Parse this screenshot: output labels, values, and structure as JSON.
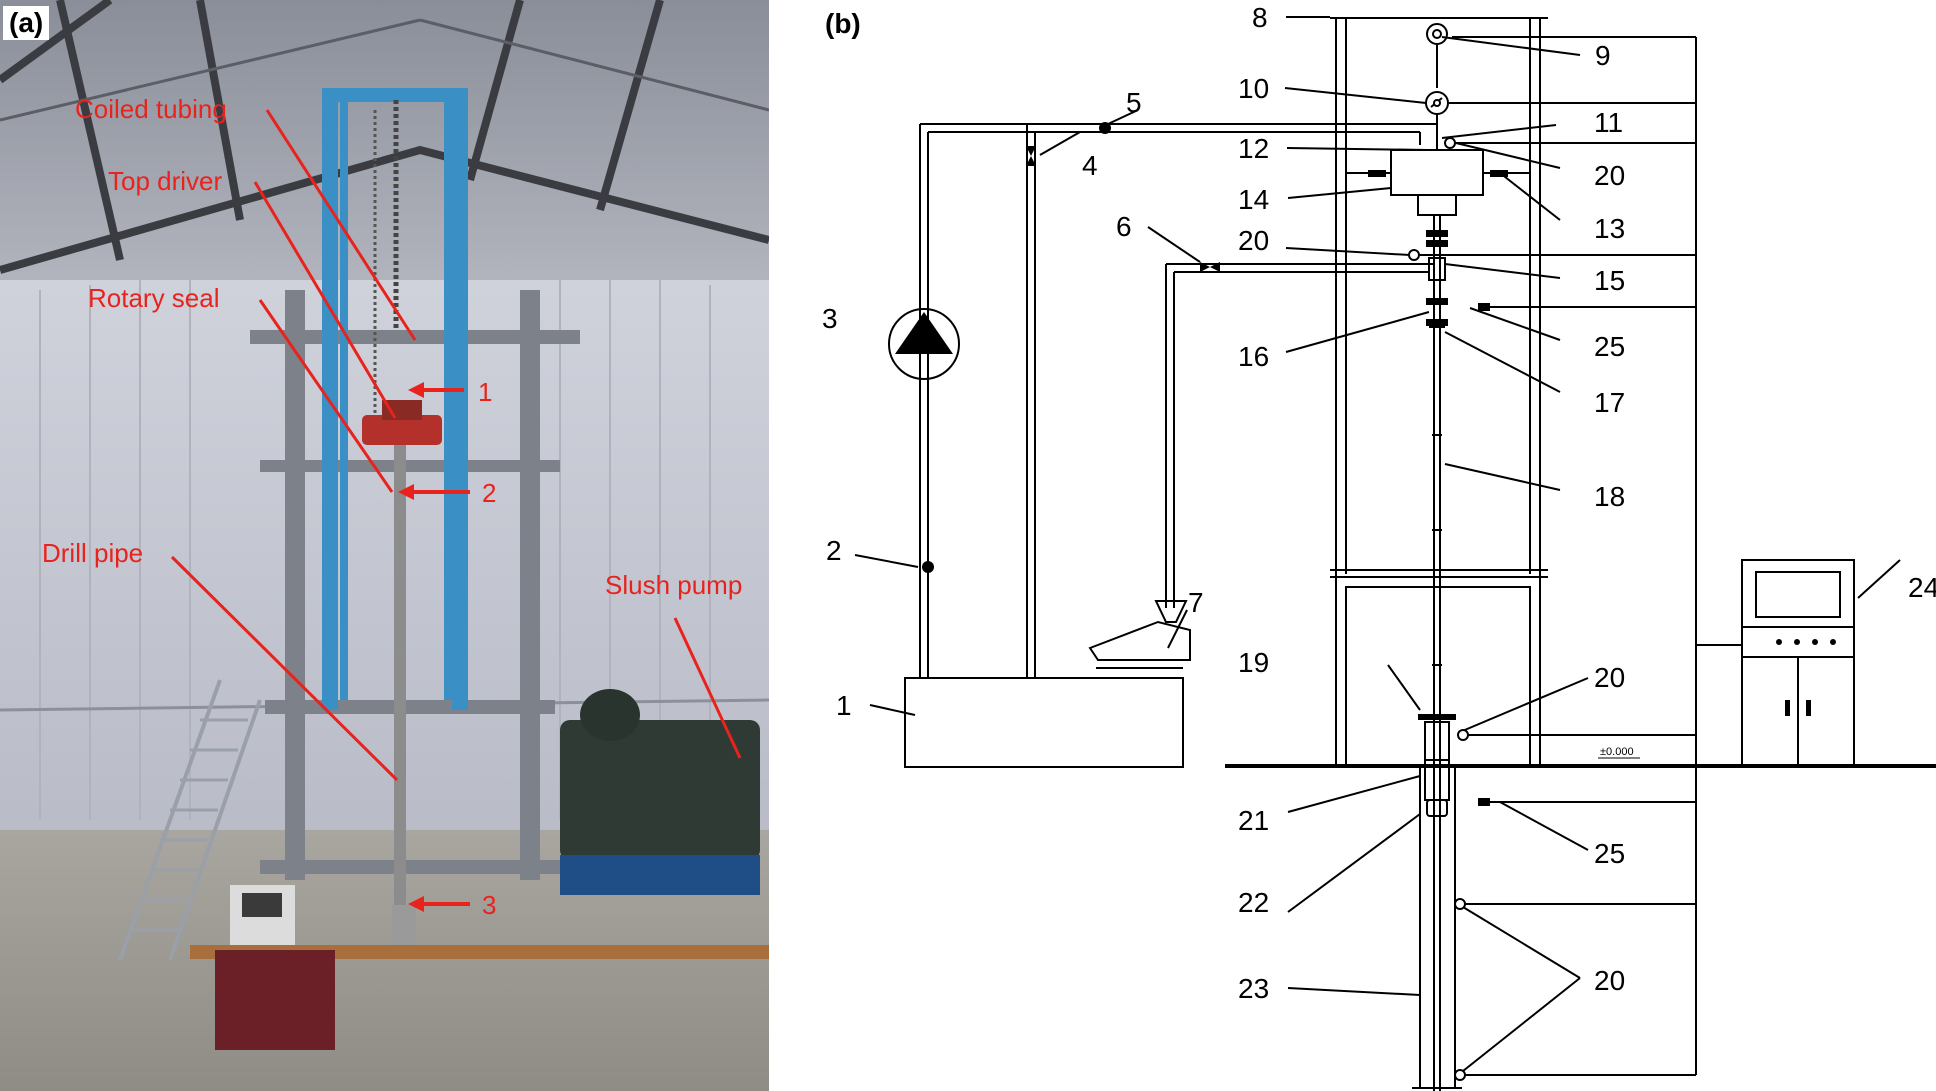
{
  "panel_a": {
    "tag": "(a)",
    "labels": {
      "coiled_tubing": "Coiled tubing",
      "top_driver": "Top driver",
      "rotary_seal": "Rotary seal",
      "drill_pipe": "Drill pipe",
      "slush_pump": "Slush pump"
    },
    "markers": [
      "1",
      "2",
      "3"
    ]
  },
  "panel_b": {
    "tag": "(b)",
    "ground_level": "±0.000",
    "numbers": {
      "n1": "1",
      "n2": "2",
      "n3": "3",
      "n4": "4",
      "n5": "5",
      "n6": "6",
      "n7": "7",
      "n8": "8",
      "n9": "9",
      "n10": "10",
      "n11": "11",
      "n12": "12",
      "n13": "13",
      "n14": "14",
      "n15": "15",
      "n16": "16",
      "n17": "17",
      "n18": "18",
      "n19": "19",
      "n20a": "20",
      "n20b": "20",
      "n20c": "20",
      "n20d": "20",
      "n21": "21",
      "n22": "22",
      "n23": "23",
      "n24": "24",
      "n25a": "25",
      "n25b": "25"
    }
  },
  "colors": {
    "annotation_red": "#e8231e",
    "line": "#000000",
    "steel_blue": "#3a8fc4"
  }
}
